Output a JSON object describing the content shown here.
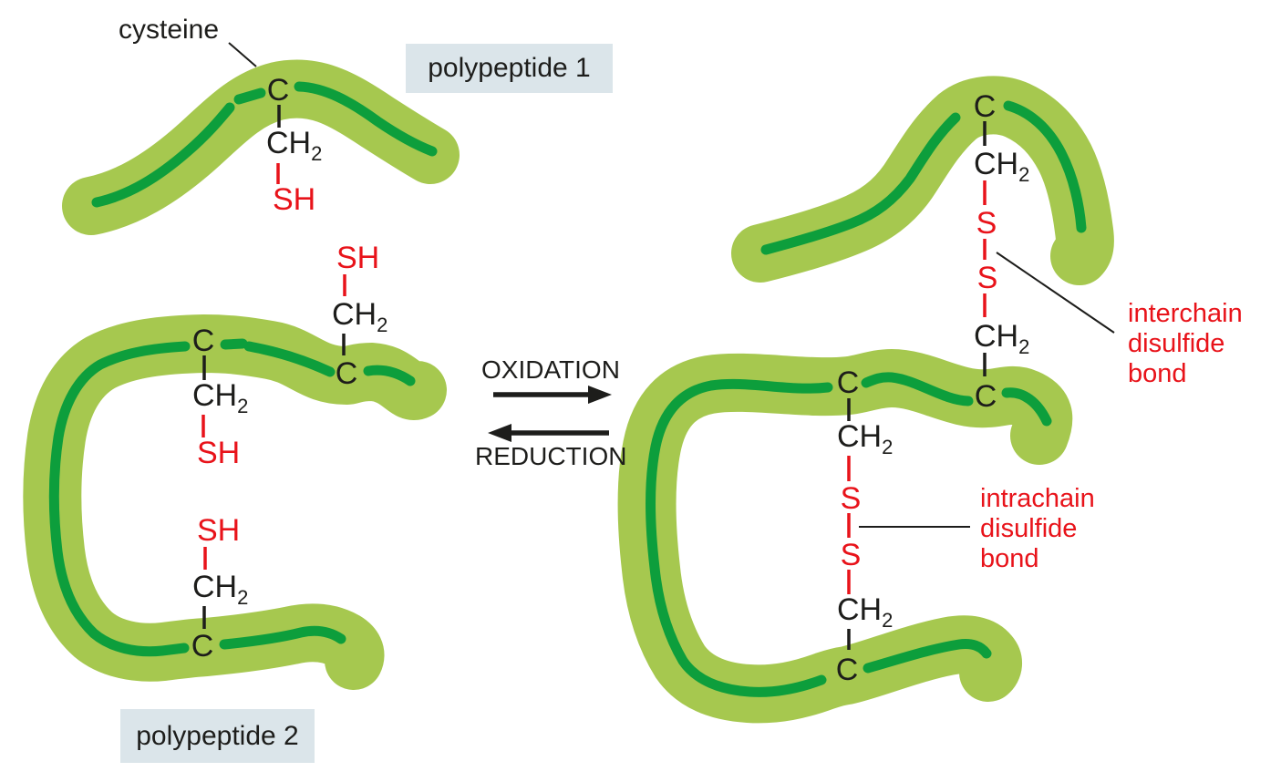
{
  "colors": {
    "band_light": "#a6c84f",
    "band_dark": "#0d9e3c",
    "red": "#e8131a",
    "text": "#1d1d1b",
    "label_box_bg": "#dbe5ea"
  },
  "labels": {
    "cysteine": "cysteine",
    "polypeptide_1": "polypeptide 1",
    "polypeptide_2": "polypeptide 2",
    "oxidation": "OXIDATION",
    "reduction": "REDUCTION",
    "interchain": [
      "interchain",
      "disulfide",
      "bond"
    ],
    "intrachain": [
      "intrachain",
      "disulfide",
      "bond"
    ]
  },
  "chem": {
    "carbon": "C",
    "methylene": "CH",
    "methylene_sub": "2",
    "sulfur": "S",
    "thiol": "SH"
  }
}
